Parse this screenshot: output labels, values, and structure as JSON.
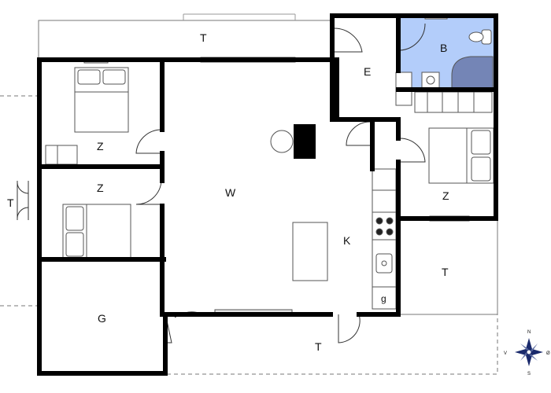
{
  "floor_plan": {
    "colors": {
      "wall": "#000000",
      "line": "#777777",
      "bathroom": "#b3cdfa",
      "shower": "#7485b6",
      "window": "#e8e8e8"
    },
    "rooms": {
      "terrace_top": "T",
      "bathroom": "B",
      "entrance": "E",
      "bedroom_top_left": "Z",
      "bedroom_left": "Z",
      "terrace_left": "T",
      "living_room": "W",
      "bedroom_right": "Z",
      "kitchen": "K",
      "terrace_right": "T",
      "garage": "G",
      "terrace_bottom": "T",
      "kitchen_appliance": "g"
    },
    "compass": {
      "north": "N",
      "south": "S",
      "west": "V",
      "east": "Ø"
    }
  }
}
